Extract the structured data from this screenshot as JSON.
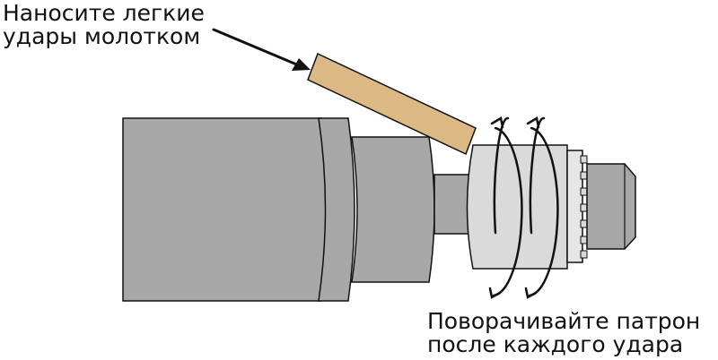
{
  "captions": {
    "hammer": {
      "line1": "Наносите легкие",
      "line2": "удары молотком"
    },
    "rotate": {
      "line1": "Поворачивайте патрон",
      "line2": "после каждого удара"
    }
  },
  "colors": {
    "motor_body": "#a8a8a8",
    "chuck": "#dadada",
    "chuck_ring": "#e6e6e6",
    "wood_block": "#dcb884",
    "outline": "#111111"
  },
  "icons": {
    "pointer": "arrow-icon",
    "rotation": "rotate-arrows-icon"
  }
}
